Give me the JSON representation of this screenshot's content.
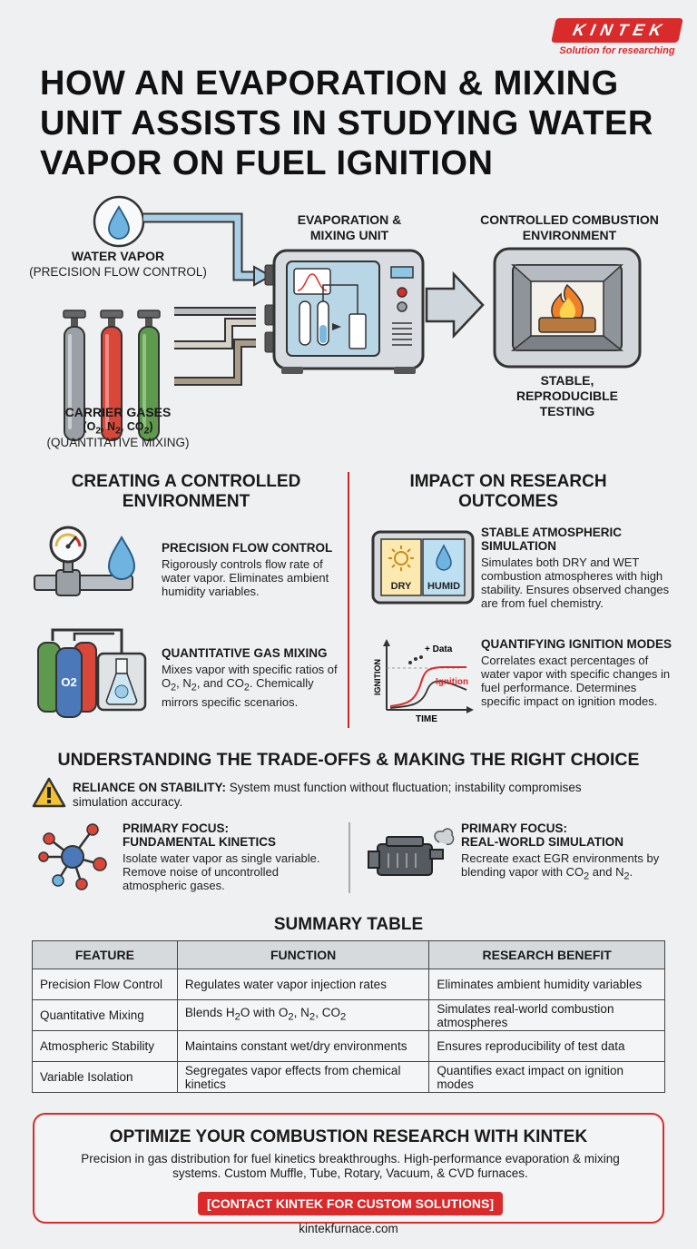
{
  "brand": {
    "name": "KINTEK",
    "tagline": "Solution for researching"
  },
  "title": "How an Evaporation & Mixing Unit Assists in Studying Water Vapor on Fuel Ignition",
  "diagram": {
    "water_label": "WATER VAPOR",
    "water_sub": "(PRECISION FLOW CONTROL)",
    "gases_label": "CARRIER GASES",
    "gases_formula_html": "(O<sub>2</sub>, N<sub>2</sub>, CO<sub>2</sub>)",
    "gases_sub": "(QUANTITATIVE MIXING)",
    "unit_label": "EVAPORATION & MIXING UNIT",
    "env_label": "CONTROLLED COMBUSTION ENVIRONMENT",
    "env_sub": "STABLE, REPRODUCIBLE TESTING",
    "colors": {
      "gray_cyl": "#9aa0a6",
      "red_cyl": "#d9473a",
      "green_cyl": "#5e9a4e",
      "accent": "#d92b2b"
    }
  },
  "left_section": {
    "heading": "Creating a Controlled Environment",
    "items": [
      {
        "icon": "pressure-gauge-icon",
        "title": "Precision Flow Control",
        "desc": "Rigorously controls flow rate of water vapor. Eliminates ambient humidity variables."
      },
      {
        "icon": "gas-mixing-icon",
        "title": "Quantitative Gas Mixing",
        "desc_html": "Mixes vapor with specific ratios of O<sub>2</sub>, N<sub>2</sub>, and CO<sub>2</sub>. Chemically mirrors specific scenarios.",
        "cyl_label": "O2"
      }
    ]
  },
  "right_section": {
    "heading": "Impact on Research Outcomes",
    "items": [
      {
        "icon": "dry-humid-chamber-icon",
        "title": "Stable Atmospheric Simulation",
        "desc": "Simulates both DRY and WET combustion atmospheres with high stability. Ensures observed changes are from fuel chemistry.",
        "dry_label": "DRY",
        "humid_label": "HUMID"
      },
      {
        "icon": "ignition-graph-icon",
        "title": "Quantifying Ignition Modes",
        "desc": "Correlates exact percentages of water vapor with specific changes in fuel performance. Determines specific impact on ignition modes.",
        "graph_y": "IGNITION",
        "graph_x": "TIME",
        "graph_data": "+ Data",
        "graph_curve": "Ignition"
      }
    ]
  },
  "tradeoffs": {
    "heading": "Understanding the Trade-Offs & Making the Right Choice",
    "reliance_title": "Reliance on Stability:",
    "reliance_text": "System must function without fluctuation; instability compromises simulation accuracy.",
    "focus_left": {
      "title1": "Primary Focus:",
      "title2": "Fundamental Kinetics",
      "desc": "Isolate water vapor as single variable. Remove noise of uncontrolled atmospheric gases."
    },
    "focus_right": {
      "title1": "Primary Focus:",
      "title2": "Real-World Simulation",
      "desc_html": "Recreate exact EGR environments by blending vapor with CO<sub>2</sub> and N<sub>2</sub>."
    }
  },
  "table": {
    "title": "Summary Table",
    "headers": [
      "Feature",
      "Function",
      "Research Benefit"
    ],
    "rows": [
      [
        "Precision Flow Control",
        "Regulates water vapor injection rates",
        "Eliminates ambient humidity variables"
      ],
      [
        "Quantitative Mixing",
        "Blends H<sub>2</sub>O with O<sub>2</sub>, N<sub>2</sub>, CO<sub>2</sub>",
        "Simulates real-world combustion atmospheres"
      ],
      [
        "Atmospheric Stability",
        "Maintains constant wet/dry environments",
        "Ensures reproducibility of test data"
      ],
      [
        "Variable Isolation",
        "Segregates vapor effects from chemical kinetics",
        "Quantifies exact impact on ignition modes"
      ]
    ]
  },
  "cta": {
    "title": "Optimize Your Combustion Research with KINTEK",
    "text": "Precision in gas distribution for fuel kinetics breakthroughs. High-performance evaporation & mixing systems. Custom Muffle, Tube, Rotary, Vacuum, & CVD furnaces.",
    "button": "[Contact KINTEK for Custom Solutions]"
  },
  "website": "kintekfurnace.com"
}
